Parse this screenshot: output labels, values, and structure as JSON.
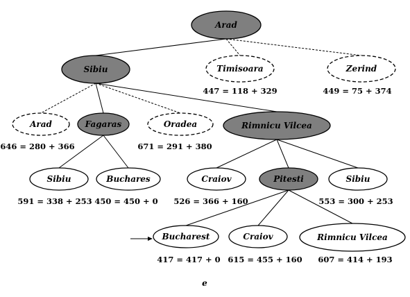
{
  "diagram": {
    "caption": "e",
    "nodes": [
      {
        "id": "arad-root",
        "label": "Arad",
        "state": "expanded"
      },
      {
        "id": "sibiu",
        "label": "Sibiu",
        "state": "expanded"
      },
      {
        "id": "timisoara",
        "label": "Timisoara",
        "state": "frontier",
        "f": "447 = 118 + 329"
      },
      {
        "id": "zerind",
        "label": "Zerind",
        "state": "frontier",
        "f": "449 = 75 + 374"
      },
      {
        "id": "arad-2",
        "label": "Arad",
        "state": "frontier",
        "f": "646 = 280 + 366"
      },
      {
        "id": "fagaras",
        "label": "Fagaras",
        "state": "expanded"
      },
      {
        "id": "oradea",
        "label": "Oradea",
        "state": "frontier",
        "f": "671 = 291 + 380"
      },
      {
        "id": "rimnicu-vilcea",
        "label": "Rimnicu Vilcea",
        "state": "expanded"
      },
      {
        "id": "sibiu-2",
        "label": "Sibiu",
        "state": "leaf",
        "f": "591 = 338 + 253"
      },
      {
        "id": "buchares",
        "label": "Buchares",
        "state": "leaf",
        "f": "450 = 450 + 0"
      },
      {
        "id": "craiov-1",
        "label": "Craiov",
        "state": "leaf",
        "f": "526 = 366 + 160"
      },
      {
        "id": "pitesti",
        "label": "Pitesti",
        "state": "expanded"
      },
      {
        "id": "sibiu-3",
        "label": "Sibiu",
        "state": "leaf",
        "f": "553 = 300 + 253"
      },
      {
        "id": "bucharest",
        "label": "Bucharest",
        "state": "leaf",
        "f": "417 = 417 + 0"
      },
      {
        "id": "craiov-2",
        "label": "Craiov",
        "state": "leaf",
        "f": "615 = 455 + 160"
      },
      {
        "id": "rimnicu-vilcea-2",
        "label": "Rimnicu Vilcea",
        "state": "leaf",
        "f": "607 = 414 + 193"
      }
    ],
    "edges": [
      {
        "from": "arad-root",
        "to": "sibiu",
        "style": "solid"
      },
      {
        "from": "arad-root",
        "to": "timisoara",
        "style": "dashed"
      },
      {
        "from": "arad-root",
        "to": "zerind",
        "style": "dashed"
      },
      {
        "from": "sibiu",
        "to": "arad-2",
        "style": "dashed"
      },
      {
        "from": "sibiu",
        "to": "fagaras",
        "style": "solid"
      },
      {
        "from": "sibiu",
        "to": "oradea",
        "style": "dashed"
      },
      {
        "from": "sibiu",
        "to": "rimnicu-vilcea",
        "style": "solid"
      },
      {
        "from": "fagaras",
        "to": "sibiu-2",
        "style": "solid"
      },
      {
        "from": "fagaras",
        "to": "buchares",
        "style": "solid"
      },
      {
        "from": "rimnicu-vilcea",
        "to": "craiov-1",
        "style": "solid"
      },
      {
        "from": "rimnicu-vilcea",
        "to": "pitesti",
        "style": "solid"
      },
      {
        "from": "rimnicu-vilcea",
        "to": "sibiu-3",
        "style": "solid"
      },
      {
        "from": "pitesti",
        "to": "bucharest",
        "style": "solid"
      },
      {
        "from": "pitesti",
        "to": "craiov-2",
        "style": "solid"
      },
      {
        "from": "pitesti",
        "to": "rimnicu-vilcea-2",
        "style": "solid"
      }
    ],
    "pointer_target": "bucharest",
    "colors": {
      "expanded_fill": "#7f7f7f",
      "leaf_fill": "#ffffff",
      "stroke": "#000000"
    }
  }
}
